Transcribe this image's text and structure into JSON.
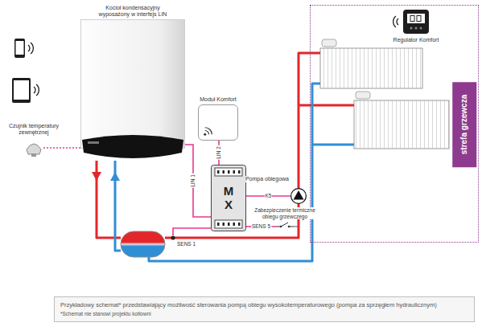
{
  "diagram": {
    "caption": "Przykładowy schemat* przedstawiający możliwość sterowania pompą obiegu wysokotemperaturowego (pompa za sprzęgłem hydraulicznym)",
    "nodes": [
      {
        "text": [
          "Kocioł kondensacyjny wyposażony w interfejs LIN"
        ]
      },
      {
        "text": [
          "Czujnik temperatury zewnętrznej"
        ]
      },
      {
        "text": [
          "strefa grzewcza"
        ]
      },
      {
        "text": [
          "Regulator Komfort"
        ],
        "in": 2
      },
      {
        "text": [
          "Moduł Komfort"
        ]
      },
      {
        "text": [
          "M X"
        ]
      },
      {
        "text": [
          "Pompa obiegowa"
        ]
      },
      {
        "text": [
          "Zabezpieczenie termiczne obiegu grzewczego"
        ]
      }
    ],
    "edges": [
      {
        "from": 0,
        "to": 5,
        "arrow": "none",
        "label": "LIN 1"
      },
      {
        "from": 4,
        "to": 5,
        "arrow": "none",
        "label": "LIN 2"
      },
      {
        "from": 1,
        "to": 0,
        "arrow": "none"
      },
      {
        "from": 5,
        "to": 6,
        "arrow": "none",
        "label": "K5"
      },
      {
        "from": 5,
        "to": 7,
        "arrow": "none",
        "label": "SENS 5"
      }
    ],
    "labels": [
      "SENS 1",
      "*Schemat nie stanowi projektu kotłowni"
    ]
  }
}
